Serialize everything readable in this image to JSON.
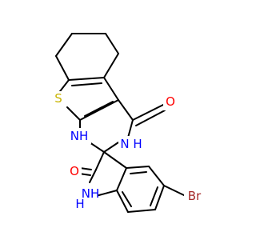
{
  "structure": {
    "atoms": [
      {
        "id": "S1",
        "text": "S",
        "color": "#c8b400"
      },
      {
        "id": "O1",
        "text": "O",
        "color": "#ff0000"
      },
      {
        "id": "O2",
        "text": "O",
        "color": "#ff0000"
      },
      {
        "id": "N1",
        "text": "NH",
        "color": "#0000ff"
      },
      {
        "id": "N2",
        "text": "N",
        "color": "#0000ff"
      },
      {
        "id": "N2H",
        "text": "H",
        "color": "#0000ff"
      },
      {
        "id": "N3",
        "text": "NH",
        "color": "#0000ff"
      },
      {
        "id": "N3H",
        "text": "H",
        "color": "#0000ff"
      },
      {
        "id": "Br",
        "text": "Br",
        "color": "#a52a2a"
      }
    ]
  }
}
